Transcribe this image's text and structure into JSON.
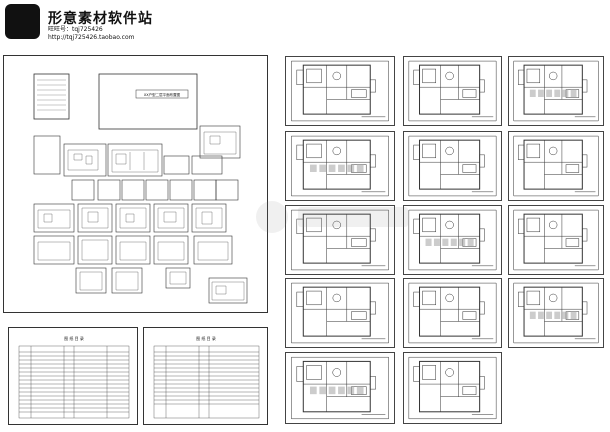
{
  "header": {
    "site_title": "形意素材软件站",
    "wangwang": "旺旺号：tqj725426",
    "url": "http://tqj725426.taobao.com"
  },
  "left_sheet": {
    "center_stamp": "XX户型二层平面布置图"
  },
  "tables": {
    "left_title": "图 纸 目 录",
    "right_title": "图 纸 目 录"
  }
}
